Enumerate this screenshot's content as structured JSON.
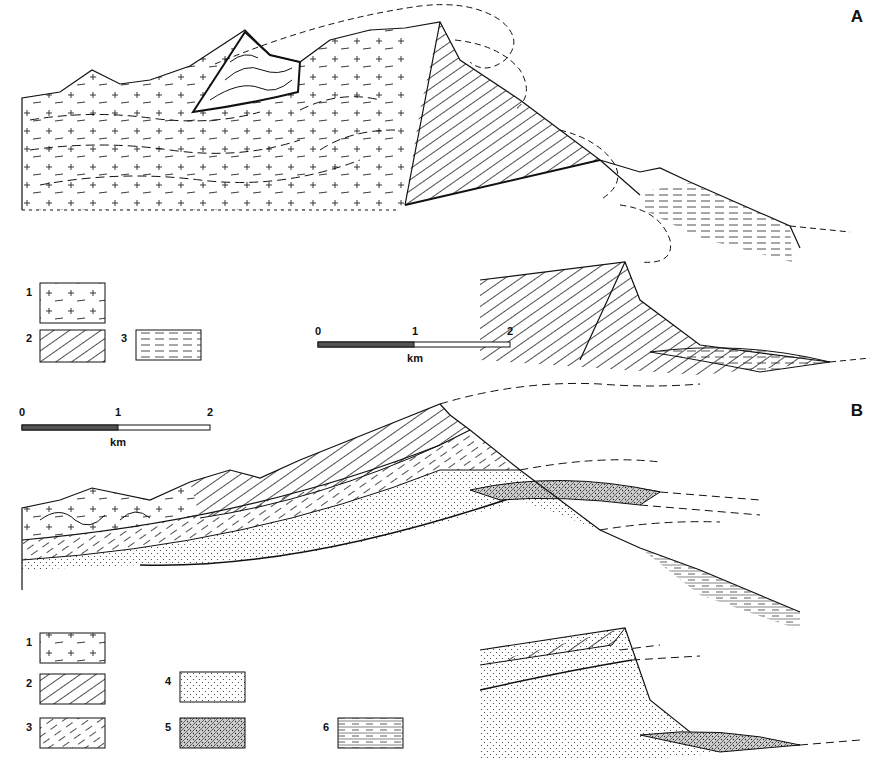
{
  "diagram": {
    "labels": [
      "A",
      "0",
      "1",
      "2",
      "km",
      "B",
      "0",
      "1",
      "2",
      "km"
    ],
    "legend": [
      {
        "text": "1"
      },
      {
        "text": "2"
      },
      {
        "text": "3"
      },
      {
        "text": "1"
      },
      {
        "text": "2"
      },
      {
        "text": "3"
      },
      {
        "text": "4"
      },
      {
        "text": "5"
      },
      {
        "text": "6"
      }
    ]
  }
}
